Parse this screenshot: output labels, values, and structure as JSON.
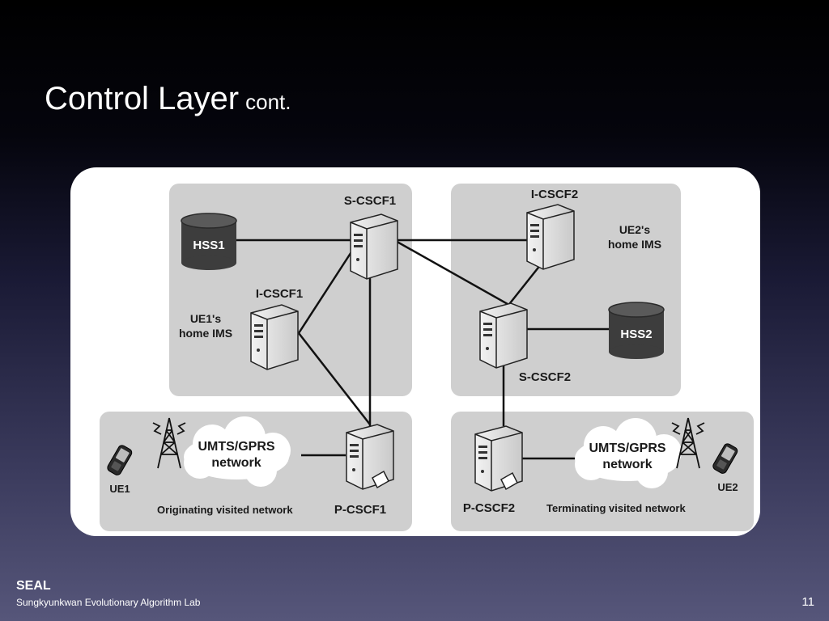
{
  "slide": {
    "title": "Control Layer",
    "title_suffix": "cont.",
    "footer_org": "SEAL",
    "footer_lab": "Sungkyunkwan Evolutionary Algorithm Lab",
    "page_number": "11"
  },
  "diagram": {
    "nodes": {
      "hss1": "HSS1",
      "hss2": "HSS2",
      "s_cscf1": "S-CSCF1",
      "i_cscf1": "I-CSCF1",
      "i_cscf2": "I-CSCF2",
      "s_cscf2": "S-CSCF2",
      "p_cscf1": "P-CSCF1",
      "p_cscf2": "P-CSCF2",
      "ue1": "UE1",
      "ue2": "UE2"
    },
    "regions": {
      "ue1_home_line1": "UE1's",
      "ue1_home_line2": "home IMS",
      "ue2_home_line1": "UE2's",
      "ue2_home_line2": "home IMS",
      "originating": "Originating visited network",
      "terminating": "Terminating visited network"
    },
    "clouds": {
      "left_line1": "UMTS/GPRS",
      "left_line2": "network",
      "right_line1": "UMTS/GPRS",
      "right_line2": "network"
    },
    "colors": {
      "region_fill": "#cfcfcf",
      "server_fill": "#e4e4e4",
      "db_fill": "#3d3d3d",
      "link": "#111111"
    }
  }
}
